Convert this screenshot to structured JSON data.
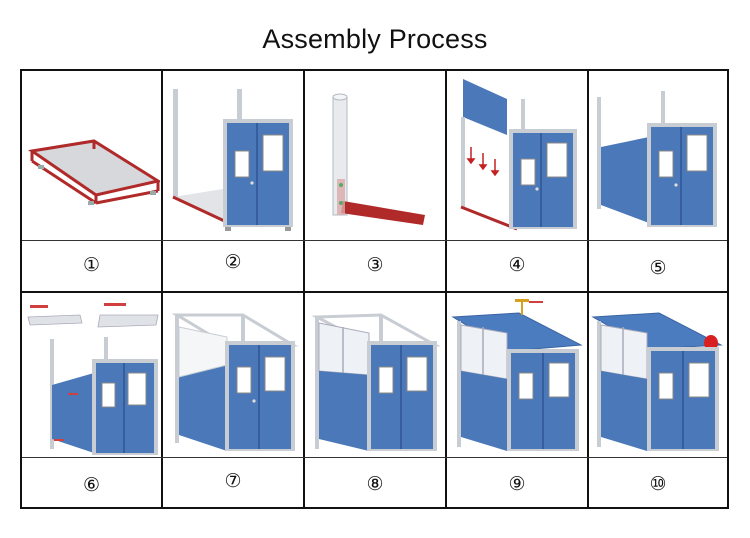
{
  "title": "Assembly Process",
  "steps": [
    {
      "label": "①"
    },
    {
      "label": "②"
    },
    {
      "label": "③"
    },
    {
      "label": "④"
    },
    {
      "label": "⑤"
    },
    {
      "label": "⑥"
    },
    {
      "label": "⑦"
    },
    {
      "label": "⑧"
    },
    {
      "label": "⑨"
    },
    {
      "label": "⑩"
    }
  ],
  "colors": {
    "panel_blue": "#4a78b8",
    "panel_blue_dark": "#3b64a3",
    "roof_blue": "#4c7cc0",
    "frame_gray": "#c8ccd3",
    "base_red": "#b02a2a",
    "glass": "#eef2f6",
    "warning_light": "#d92020",
    "border": "#111111"
  }
}
